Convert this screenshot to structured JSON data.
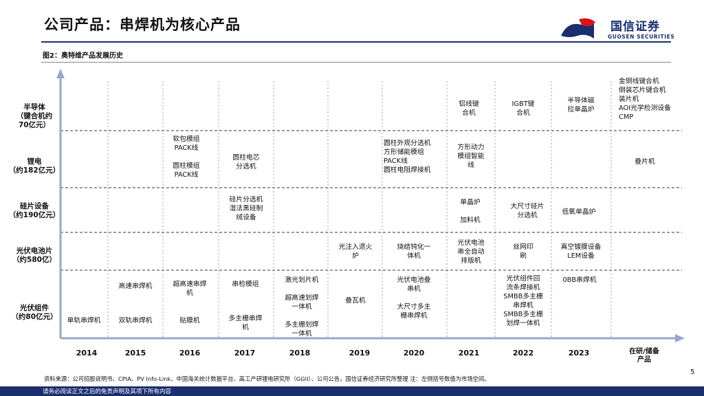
{
  "header": {
    "title": "公司产品：串焊机为核心产品",
    "brand_cn": "国信证券",
    "brand_en": "GUOSEN SECURITIES"
  },
  "figure": {
    "label": "图2：奥特维产品发展历史"
  },
  "rows": [
    {
      "label": "半导体\n（键合机约\n70亿元）"
    },
    {
      "label": "锂电\n（约182亿元）"
    },
    {
      "label": "硅片设备\n（约190亿元）"
    },
    {
      "label": "光伏电池片\n（约580亿）"
    },
    {
      "label": "光伏组件\n（约80亿元）"
    }
  ],
  "years": [
    "2014",
    "2015",
    "2016",
    "2017",
    "2018",
    "2019",
    "2020",
    "2021",
    "2022",
    "2023",
    "在研/储备\n产品"
  ],
  "cells": {
    "semi_2021": "铝线键\n合机",
    "semi_2022": "IGBT键\n合机",
    "semi_2023": "半导体磁\n拉单晶炉",
    "semi_future": "金铜线键合机\n倒装芯片键合机\n装片机\nAOI光学检测设备\nCMP",
    "li_2016": "软包模组\nPACK线\n\n圆柱模组\nPACK线",
    "li_2017": "圆柱电芯\n分选机",
    "li_2020": "圆柱外观分选机\n方形储能模组\nPACK线\n圆柱电阻焊接机",
    "li_2021": "方形动力\n模组智能\n线",
    "li_future": "叠片机",
    "si_2017": "硅片分选机\n湿法黑硅制\n绒设备",
    "si_2021": "单晶炉\n\n加料机",
    "si_2022": "大尺寸硅片\n分选机",
    "si_2023": "低氧单晶炉",
    "pv_2019": "光注入退火\n炉",
    "pv_2020": "烧结钝化一\n体机",
    "pv_2021": "光伏电池\n串全自动\n排版机",
    "pv_2022": "丝网印\n刷",
    "pv_2023": "真空镀膜设备\nLEM设备",
    "mod_2014": "单轨串焊机",
    "mod_2015_a": "高速串焊机",
    "mod_2015_b": "双轨串焊机",
    "mod_2016_a": "超高速串焊\n机",
    "mod_2016_b": "贴膜机",
    "mod_2017_a": "串检模组",
    "mod_2017_b": "多主栅串焊\n机",
    "mod_2018": "激光划片机\n\n超高速划焊\n一体机\n\n多主栅划焊\n一体机",
    "mod_2019": "叠瓦机",
    "mod_2020": "光伏电池叠\n串机\n\n大尺寸多主\n栅串焊机",
    "mod_2022": "光伏组件回\n流条焊接机\nSMBB多主栅\n串焊机\nSMBB多主栅\n划焊一体机",
    "mod_2023": "0BB串焊机"
  },
  "source": "资料来源：公司招股说明书、CPIA、PV Info-Link、中国海关统计数据平台、高工产研锂电研究所（GGII）、公司公告，国信证券经济研究所整理 注：左侧括号数值为市场空间。",
  "page_number": "5",
  "footer": "请务必阅读正文之后的免责声明及其项下所有内容",
  "colors": {
    "brand": "#1a2e6e",
    "logo_red": "#d7141a",
    "grid": "#222222",
    "axis": "#9aa6c8"
  }
}
